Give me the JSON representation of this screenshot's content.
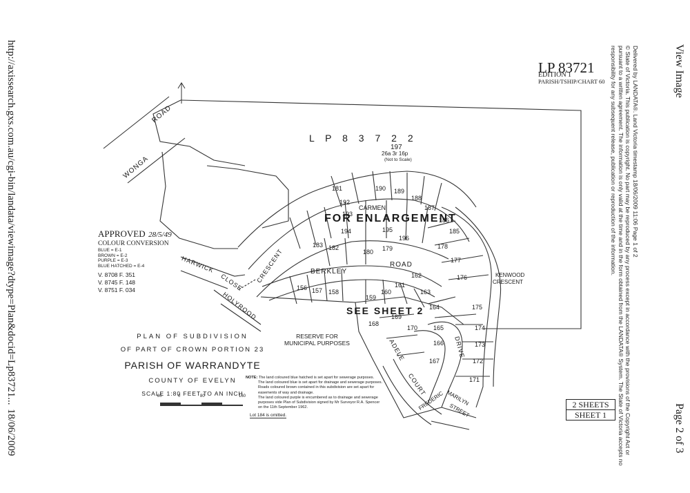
{
  "side_left": {
    "url": "http://axissearch.gxs.com.au/cgi-bin/landata/viewimage?dtype=Plan&docid=Lp83721...",
    "date": "18/06/2009"
  },
  "side_right": {
    "view_image": "View Image",
    "page": "Page 2 of 3"
  },
  "disclaimer": [
    "Delivered by LANDATA®. Land Victoria timestamp 18/06/2009 11:06 Page 1 of 2",
    "© State of Victoria. This publication is copyright. No part may be reproduced by any process except in accordance with the provisions of the Copyright Act or",
    "pursuant to a written agreement. The information is only valid at the time and in the form obtained from the LANDATA® System. The State of Victoria accepts no",
    "responsibility for any subsequent release, publication or reproduction of the information."
  ],
  "header": {
    "plan_number": "LP 83721",
    "edition": "EDITION 1",
    "parish_chart": "PARISH/TSHIP/CHART 60"
  },
  "plan": {
    "big_label": "L P 8 3 7 2 2",
    "lot_197": "197",
    "lot_197_area": "26a 3r 16p",
    "lot_197_note": "(Not to Scale)",
    "for_enlargement": "FOR ENLARGEMENT",
    "see_sheet": "SEE SHEET 2",
    "streets": {
      "wonga_road": [
        "WONGA",
        "ROAD"
      ],
      "carmen": "CARMEN",
      "berkley_road": [
        "BERKLEY",
        "ROAD"
      ],
      "crescent": "CRESCENT",
      "harwick_close": [
        "HARWICK",
        "CLOSE"
      ],
      "holyrood": "HOLYROOD",
      "kenwood_crescent": [
        "KENWOOD",
        "CRESCENT"
      ],
      "drive": "DRIVE",
      "adele_court": [
        "ADELE",
        "COURT"
      ],
      "frederic": "FREDERIC",
      "marilyn_street": [
        "MARILYN",
        "STREET"
      ]
    },
    "lots": [
      "181",
      "190",
      "189",
      "188",
      "187",
      "192",
      "193",
      "194",
      "195",
      "196",
      "185",
      "186",
      "183",
      "182",
      "180",
      "179",
      "178",
      "177",
      "176",
      "156",
      "157",
      "158",
      "159",
      "160",
      "161",
      "162",
      "163",
      "164",
      "175",
      "168",
      "169",
      "170",
      "174",
      "173",
      "166",
      "165",
      "167",
      "172",
      "171"
    ],
    "reserve": [
      "RESERVE FOR",
      "MUNICIPAL PURPOSES"
    ]
  },
  "approved": {
    "heading": "APPROVED",
    "date": "28/5/49",
    "colour_conversion": "COLOUR CONVERSION",
    "colours": [
      "BLUE = E-1",
      "BROWN = E-2",
      "PURPLE = E-3",
      "BLUE HATCHED = E-4"
    ],
    "volumes": [
      "V. 8708 F. 351",
      "V. 8745 F. 148",
      "V. 8751 F. 034"
    ]
  },
  "title_block": {
    "line1": "PLAN OF SUBDIVISION",
    "line2": "OF PART OF CROWN PORTION 23",
    "parish": "PARISH OF WARRANDYTE",
    "county": "COUNTY OF EVELYN",
    "scale": "SCALE 1:80 FEET TO AN INCH",
    "scale_ticks": [
      "80",
      "0",
      "80",
      "160"
    ]
  },
  "notes": {
    "label": "NOTE:",
    "lines": [
      "The land coloured blue hatched is set apart for sewerage purposes.",
      "The land coloured blue is set apart for drainage and sewerage purposes.",
      "Roads coloured brown contained in this subdivision are set apart for",
      "easements of way and drainage.",
      "The land coloured purple is encumbered as to drainage and sewerage",
      "purposes vide Plan of Subdivision signed by Mr Surveyor R.A. Spencer",
      "on the 11th September 1962."
    ],
    "lot_omitted": "Lot 184 is omitted."
  },
  "sheets": {
    "total": "2 SHEETS",
    "current": "SHEET 1"
  }
}
